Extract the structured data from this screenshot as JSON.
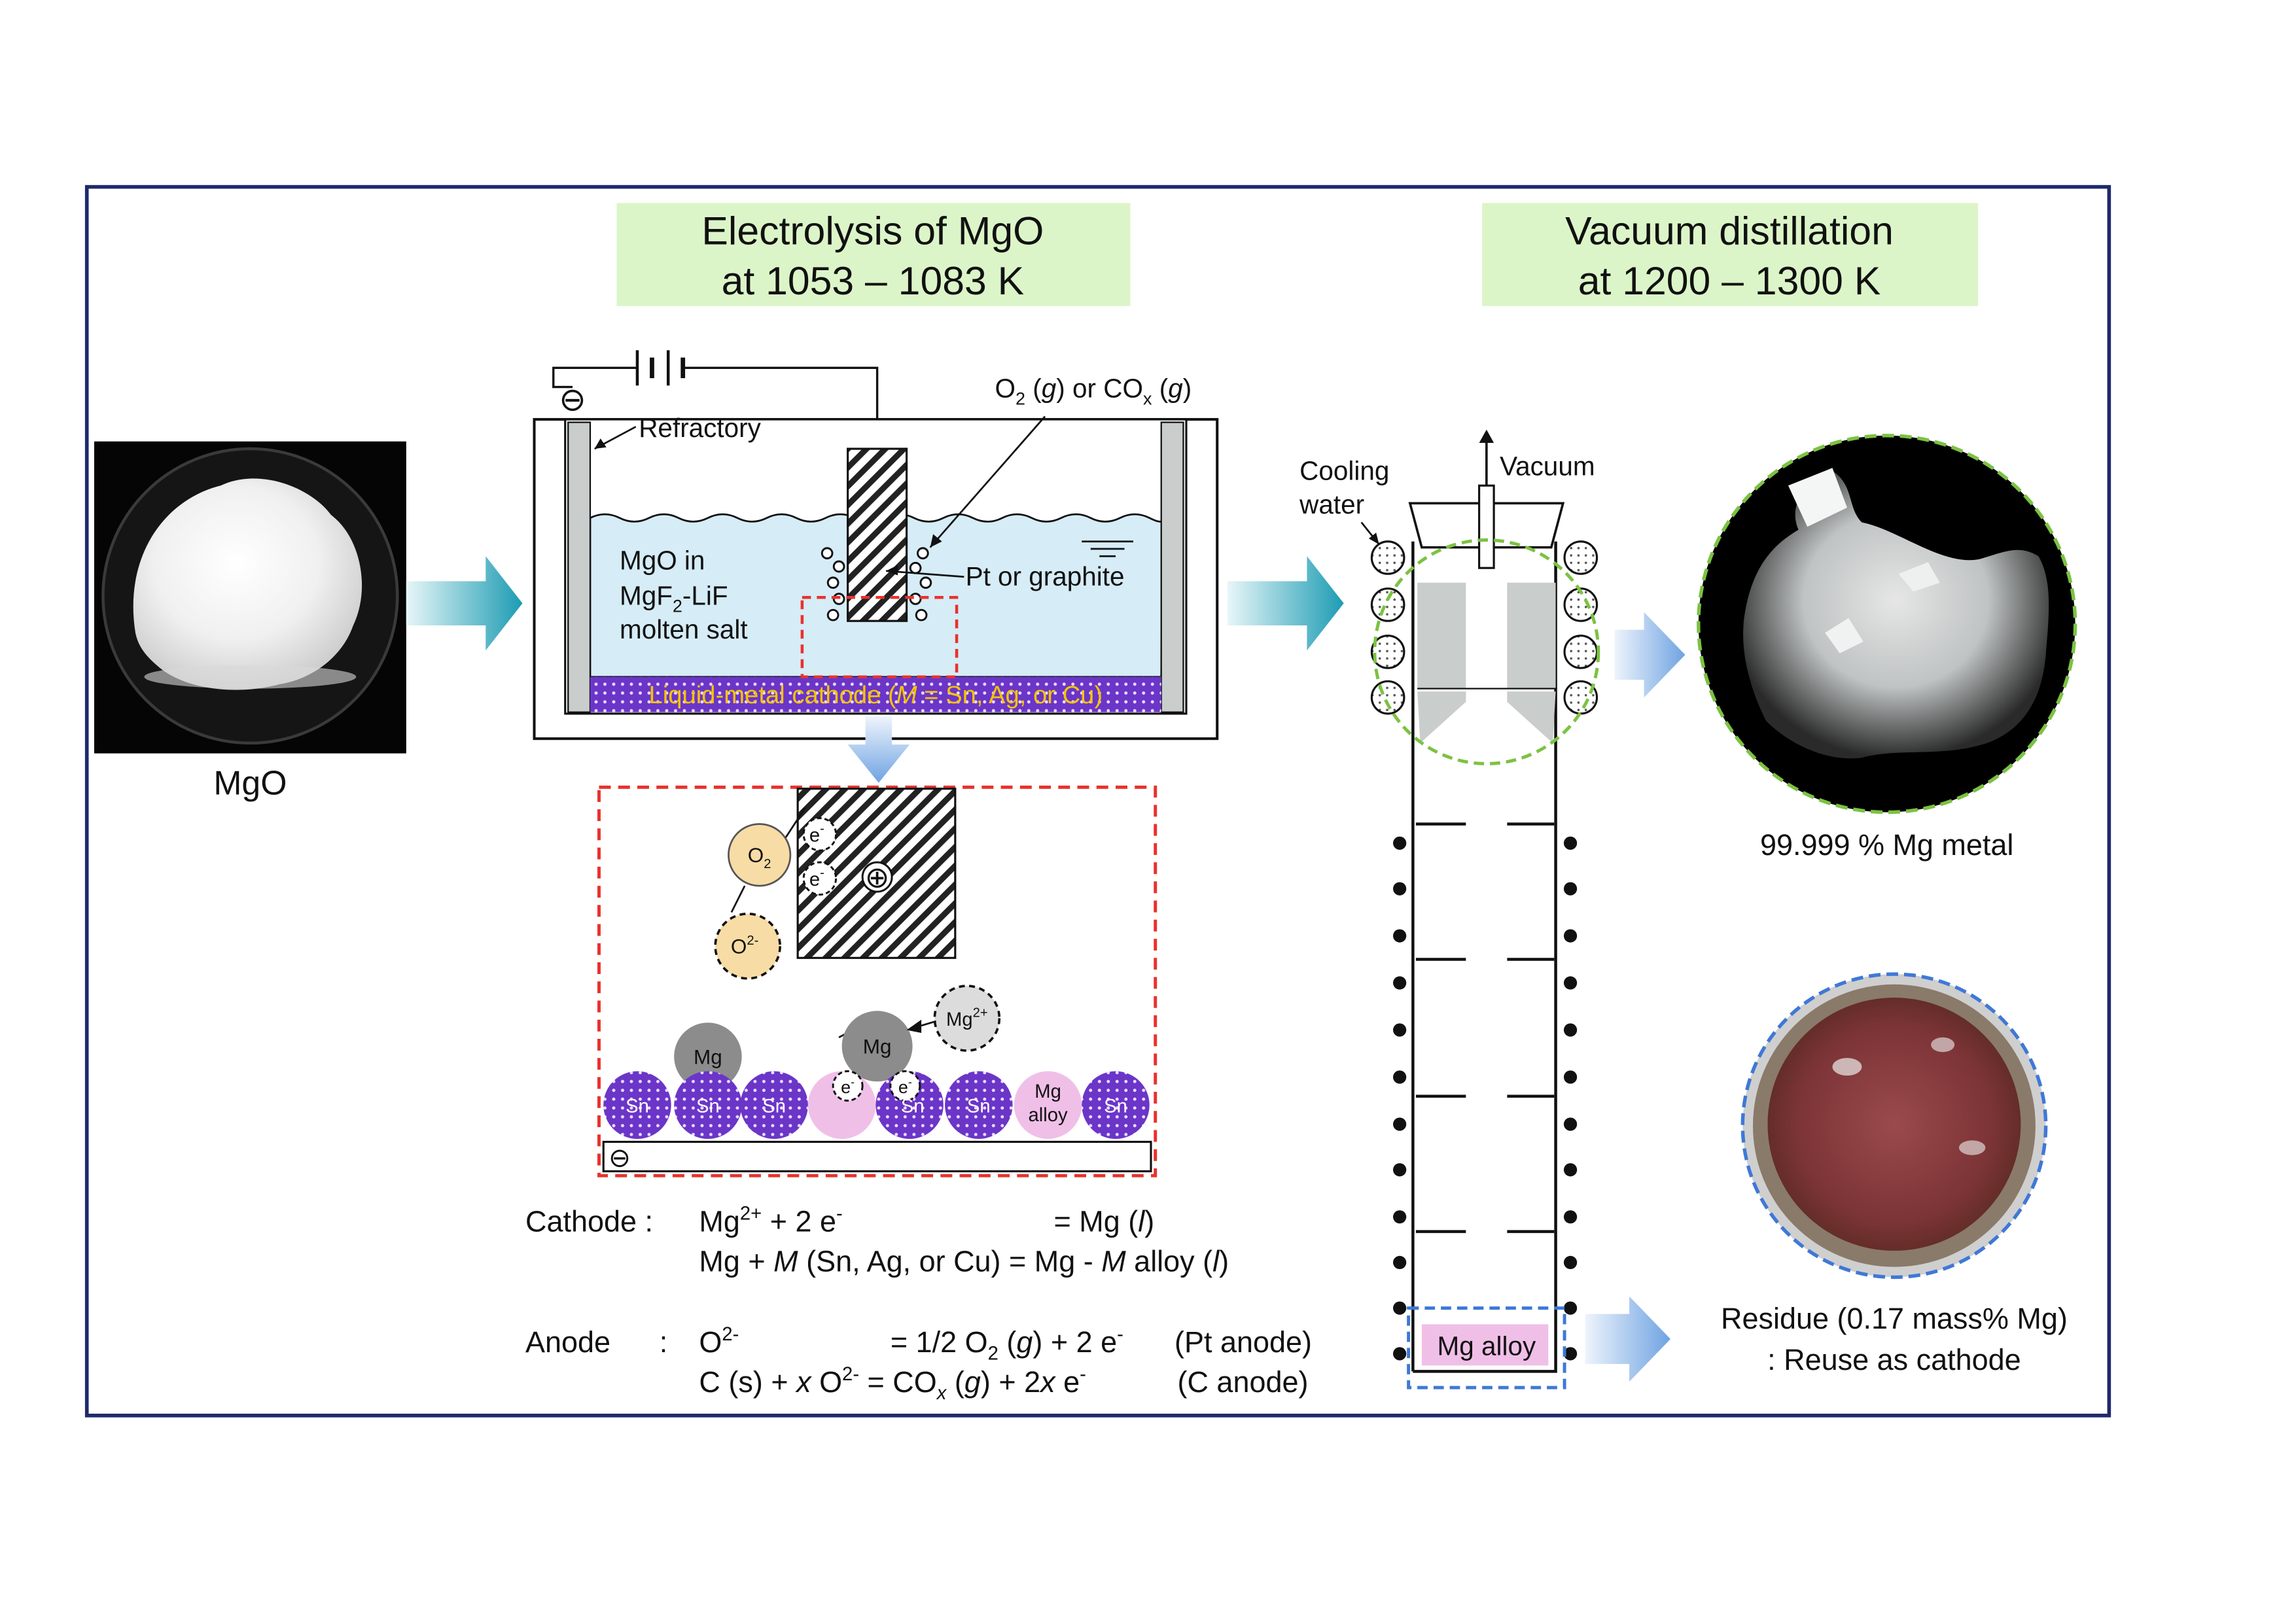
{
  "stages": {
    "electrolysis": {
      "title_line1": "Electrolysis of MgO",
      "title_line2": "at 1053 – 1083 K"
    },
    "distillation": {
      "title_line1": "Vacuum distillation",
      "title_line2": "at 1200 – 1300 K"
    }
  },
  "mgo_photo": {
    "label": "MgO"
  },
  "cell": {
    "refractory": "Refractory",
    "gas_prefix": "O",
    "gas_sub": "2",
    "gas_mid1": " (",
    "gas_g1": "g",
    "gas_mid2": ") or CO",
    "gas_subx": "x",
    "gas_mid3": " (",
    "gas_g2": "g",
    "gas_end": ")",
    "anode_material": "Pt or graphite",
    "salt_line1": "MgO in",
    "salt_line2a": "MgF",
    "salt_line2sub": "2",
    "salt_line2b": "-LiF",
    "salt_line3": "molten salt",
    "cathode_a": "Liquid-metal cathode (",
    "cathode_m": "M",
    "cathode_b": " = Sn, Ag, or Cu)",
    "minus": "⊖",
    "plus": "⊕"
  },
  "zoom": {
    "o2": "O",
    "o2_sub": "2",
    "o2_ion": "O",
    "o2_ion_sup": "2-",
    "electron": "e",
    "electron_sup": "-",
    "mg": "Mg",
    "mg_ion": "Mg",
    "mg_ion_sup": "2+",
    "sn": "Sn",
    "mg_alloy_1": "Mg",
    "mg_alloy_2": "alloy",
    "plus": "⊕",
    "minus": "⊖"
  },
  "reactions": {
    "cathode_label": "Cathode :",
    "cathode_eq1_a": "Mg",
    "cathode_eq1_sup": "2+",
    "cathode_eq1_b": " + 2 e",
    "cathode_eq1_sup2": "-",
    "cathode_eq1_c": "= Mg (",
    "cathode_eq1_l": "l",
    "cathode_eq1_d": ")",
    "cathode_eq2_a": "Mg + ",
    "cathode_eq2_m": "M",
    "cathode_eq2_b": " (Sn, Ag, or Cu) = Mg - ",
    "cathode_eq2_m2": "M",
    "cathode_eq2_c": " alloy (",
    "cathode_eq2_l": "l",
    "cathode_eq2_d": ")",
    "anode_label": "Anode",
    "anode_colon": ":",
    "anode_eq1_a": "O",
    "anode_eq1_sup": "2-",
    "anode_eq1_b": "= 1/2 O",
    "anode_eq1_sub": "2",
    "anode_eq1_c": " (",
    "anode_eq1_g": "g",
    "anode_eq1_d": ") + 2 e",
    "anode_eq1_sup2": "-",
    "anode_eq1_note": "(Pt anode)",
    "anode_eq2_a": "C (s) + ",
    "anode_eq2_x": "x",
    "anode_eq2_b": " O",
    "anode_eq2_sup": "2-",
    "anode_eq2_c": " = CO",
    "anode_eq2_subx": "x",
    "anode_eq2_d": " (",
    "anode_eq2_g": "g",
    "anode_eq2_e": ") + 2",
    "anode_eq2_x2": "x",
    "anode_eq2_f": " e",
    "anode_eq2_sup2": "-",
    "anode_eq2_note": "(C anode)"
  },
  "still": {
    "cooling_line1": "Cooling",
    "cooling_line2": "water",
    "vacuum": "Vacuum",
    "mg_alloy": "Mg alloy"
  },
  "products": {
    "mg_metal": "99.999 % Mg metal",
    "residue_line1": "Residue (0.17 mass% Mg)",
    "residue_line2": ": Reuse as cathode"
  },
  "colors": {
    "frame": "#1f2a6b",
    "title_bg": "#dcf5c8",
    "salt": "#d6ecf7",
    "cathode_metal": "#6b35c8",
    "cathode_text": "#f5c400",
    "zoom_box": "#e8322d",
    "green_circle": "#7cc242",
    "blue_dash": "#3f78d6",
    "mg_alloy": "#f0bfe8",
    "o2": "#f8dca6",
    "mg_atom": "#8c8c8c",
    "arrow": "#34a7bd"
  }
}
